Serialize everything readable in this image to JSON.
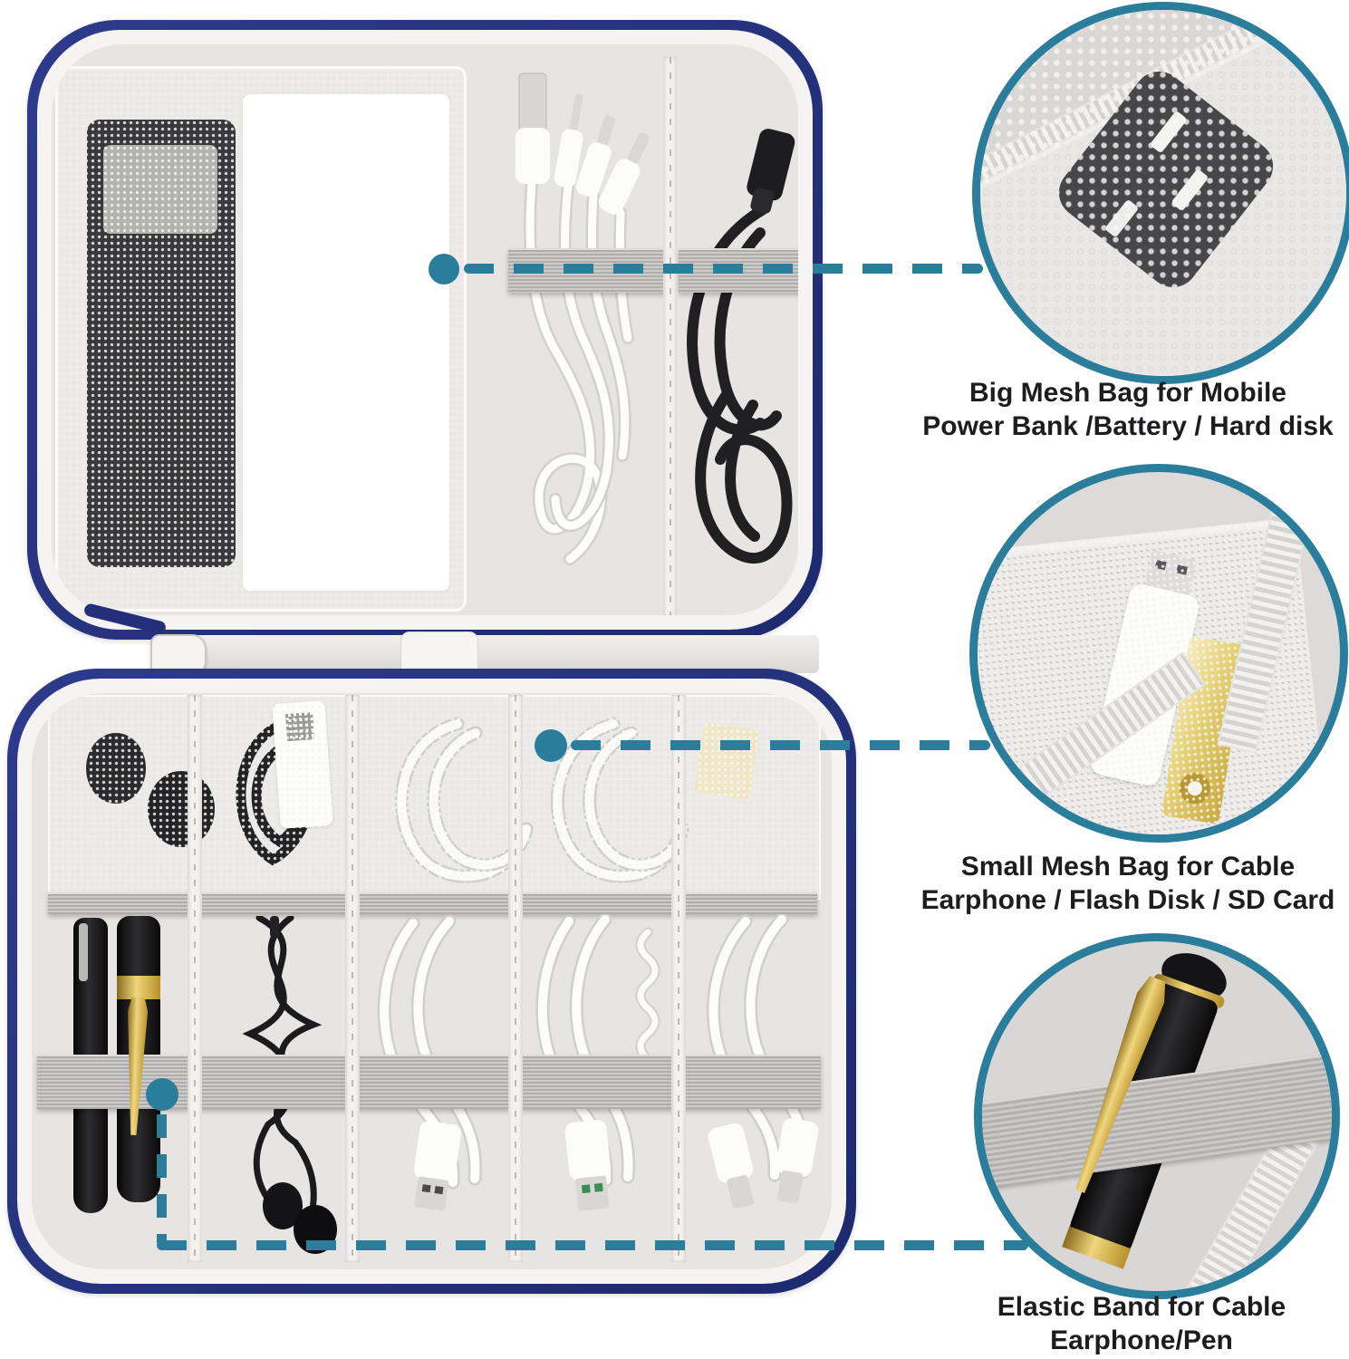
{
  "colors": {
    "accent": "#2a7d9b",
    "navy": "#232f7b",
    "interior": "#e6e5e3",
    "band": "#bcbbb9",
    "gold": "#d9b84a",
    "text": "#1d1d1f"
  },
  "callouts": [
    {
      "id": "big-mesh",
      "line1": "Big Mesh Bag for Mobile",
      "line2": "Power Bank /Battery / Hard disk"
    },
    {
      "id": "small-mesh",
      "line1": "Small Mesh Bag for Cable",
      "line2": "Earphone / Flash Disk / SD Card"
    },
    {
      "id": "elastic-band",
      "line1": "Elastic Band for Cable",
      "line2": "Earphone/Pen"
    }
  ]
}
